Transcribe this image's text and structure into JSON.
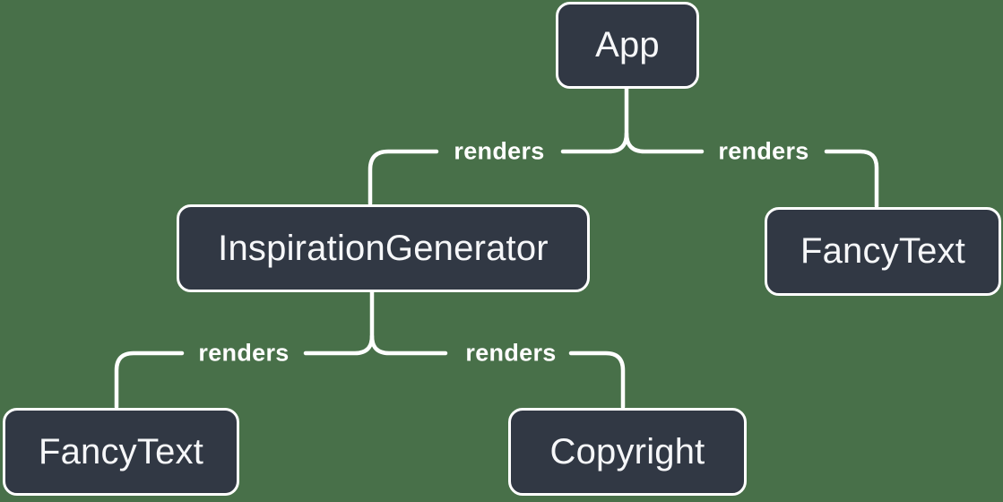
{
  "colors": {
    "background": "#487049",
    "node_fill": "#313844",
    "node_border": "#ffffff",
    "node_text": "#f6f7f9",
    "edge": "#ffffff"
  },
  "nodes": [
    {
      "id": "app",
      "label": "App"
    },
    {
      "id": "inspiration-generator",
      "label": "InspirationGenerator"
    },
    {
      "id": "fancy-text-top",
      "label": "FancyText"
    },
    {
      "id": "fancy-text-bottom",
      "label": "FancyText"
    },
    {
      "id": "copyright",
      "label": "Copyright"
    }
  ],
  "edges": [
    {
      "from": "App",
      "to": "InspirationGenerator",
      "label": "renders"
    },
    {
      "from": "App",
      "to": "FancyText",
      "label": "renders"
    },
    {
      "from": "InspirationGenerator",
      "to": "FancyText",
      "label": "renders"
    },
    {
      "from": "InspirationGenerator",
      "to": "Copyright",
      "label": "renders"
    }
  ]
}
